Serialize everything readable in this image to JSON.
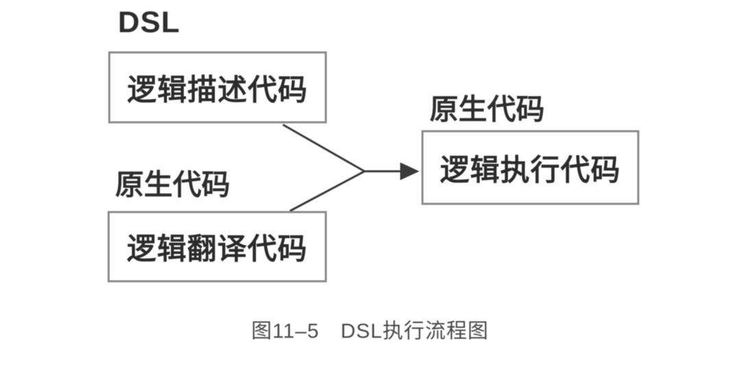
{
  "diagram": {
    "label_dsl": "DSL",
    "label_native_left": "原生代码",
    "label_native_right": "原生代码",
    "node_description": "逻辑描述代码",
    "node_translation": "逻辑翻译代码",
    "node_execution": "逻辑执行代码",
    "caption": "图11–5　DSL执行流程图",
    "edges": [
      {
        "from": "逻辑描述代码",
        "to": "逻辑执行代码"
      },
      {
        "from": "逻辑翻译代码",
        "to": "逻辑执行代码"
      }
    ]
  },
  "colors": {
    "background": "#ffffff",
    "box_border": "#8a8a8a",
    "box_text": "#2b2b2b",
    "label_text": "#2e2e2e",
    "line": "#3a3a3a",
    "caption_text": "#4a4a4a"
  }
}
